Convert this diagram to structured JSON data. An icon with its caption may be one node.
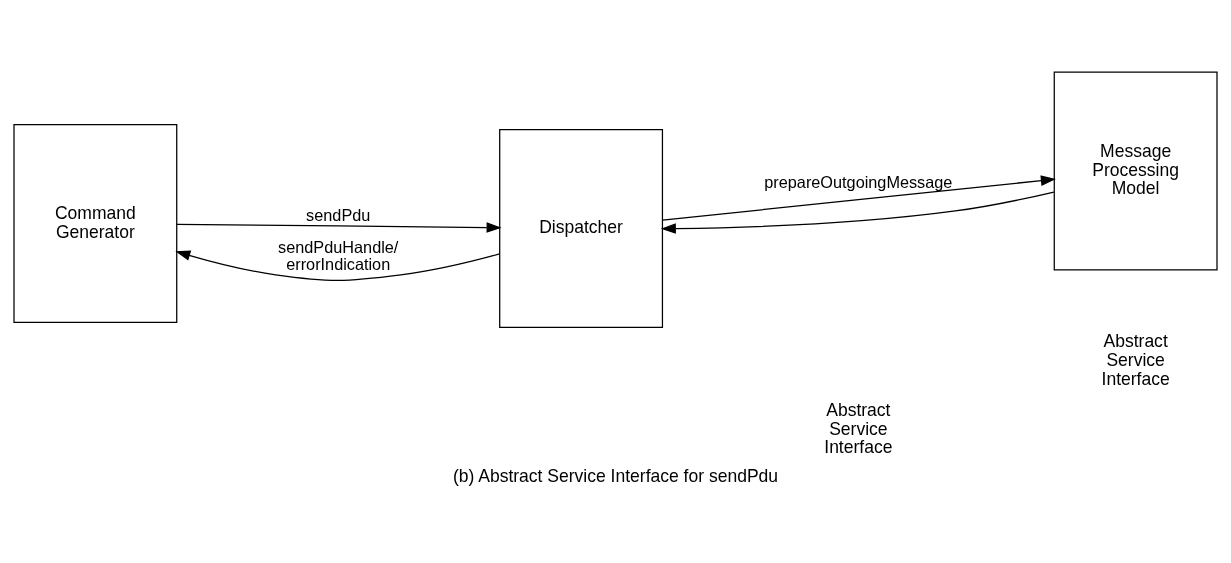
{
  "diagram": {
    "caption": "(b) Abstract Service Interface for sendPdu",
    "nodes": [
      {
        "text": [
          "Command Generator"
        ]
      },
      {
        "text": [
          "Dispatcher"
        ]
      },
      {
        "text": [
          "Message Processing Model"
        ]
      }
    ],
    "edges": [
      {
        "from": 0,
        "to": 1,
        "arrow": "to",
        "label": "sendPdu"
      },
      {
        "from": 1,
        "to": 0,
        "arrow": "to",
        "label": "sendPduHandle/ errorIndication"
      },
      {
        "from": 1,
        "to": 2,
        "arrow": "to",
        "label": "prepareOutgoingMessage"
      },
      {
        "from": 2,
        "to": 1,
        "arrow": "to"
      }
    ],
    "labels": [
      "Abstract Service Interface",
      "Abstract Service Interface"
    ]
  }
}
